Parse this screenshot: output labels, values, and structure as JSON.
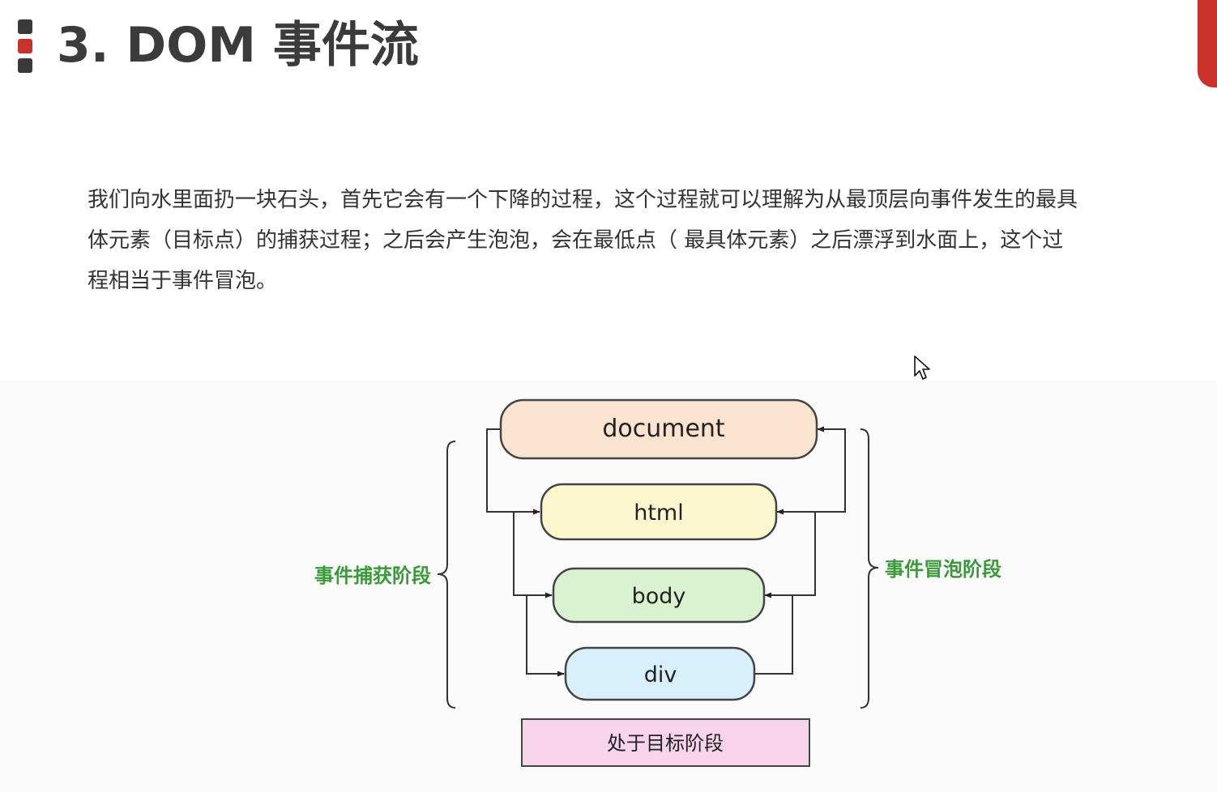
{
  "title": "3. DOM 事件流",
  "paragraph": {
    "line_1": "我们向水里面扔一块石头，首先它会有一个下降的过程，这个过程就可以理解为从最顶层向事件发生的最具",
    "line_2": "体元素（目标点）的捕获过程；之后会产生泡泡，会在最低点（ 最具体元素）之后漂浮到水面上，这个过",
    "line_3": "程相当于事件冒泡。"
  },
  "diagram": {
    "nodes": [
      {
        "label": "document",
        "fill": "#fae3cf"
      },
      {
        "label": "html",
        "fill": "#fdf7d0"
      },
      {
        "label": "body",
        "fill": "#d9f2d0"
      },
      {
        "label": "div",
        "fill": "#d8f0fb"
      }
    ],
    "capture_label": "事件捕获阶段",
    "bubble_label": "事件冒泡阶段",
    "target_label": "处于目标阶段",
    "target_fill": "#f7d3ec"
  },
  "colors": {
    "title_marker_top": "#3a3a3a",
    "title_marker_middle": "#c8322a",
    "title_marker_bottom": "#3a3a3a",
    "accent_red": "#c8322a",
    "phase_label_green": "#3a9a3a",
    "node_stroke": "#444444"
  },
  "icons": {
    "cursor": "mouse-pointer-icon"
  }
}
